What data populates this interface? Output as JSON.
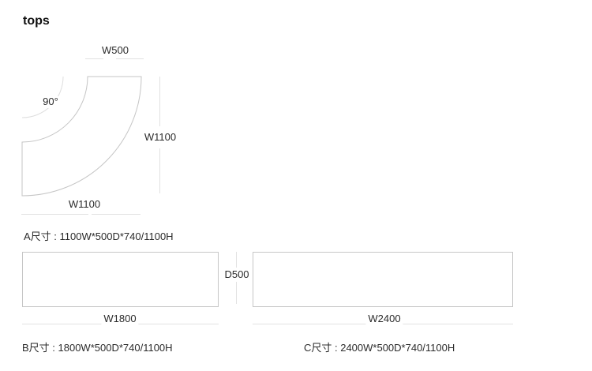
{
  "page": {
    "title": "tops"
  },
  "colors": {
    "outline": "#c5c5c5",
    "angle_arc": "#dedede",
    "dim_line": "#e2e2e2",
    "text": "#2b2b2b"
  },
  "diagram_a": {
    "angle_label": "90°",
    "top_width_label": "W500",
    "right_width_label": "W1100",
    "bottom_width_label": "W1100",
    "caption": "A尺寸 : 1100W*500D*740/1100H"
  },
  "diagram_b": {
    "width_label": "W1800",
    "caption": "B尺寸 : 1800W*500D*740/1100H"
  },
  "depth_dim": {
    "label": "D500"
  },
  "diagram_c": {
    "width_label": "W2400",
    "caption": "C尺寸 : 2400W*500D*740/1100H"
  }
}
